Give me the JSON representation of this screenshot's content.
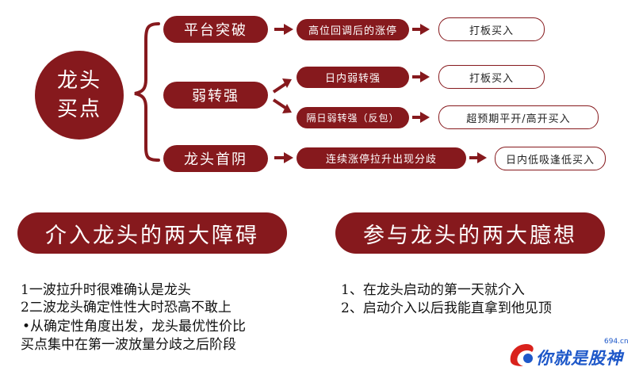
{
  "root": {
    "line1": "龙头",
    "line2": "买点"
  },
  "branches": [
    {
      "label": "平台突破",
      "conditions": [
        "高位回调后的涨停"
      ],
      "actions": [
        "打板买入"
      ]
    },
    {
      "label": "弱转强",
      "conditions": [
        "日内弱转强",
        "隔日弱转强（反包）"
      ],
      "actions": [
        "打板买入",
        "超预期平开/高开买入"
      ]
    },
    {
      "label": "龙头首阴",
      "conditions": [
        "连续涨停拉升出现分歧"
      ],
      "actions": [
        "日内低吸逢低买入"
      ]
    }
  ],
  "left_banner": "介入龙头的两大障碍",
  "right_banner": "参与龙头的两大臆想",
  "left_lines": [
    "1一波拉升时很难确认是龙头",
    "2二波龙头确定性性大时恐高不敢上",
    "•从确定性角度出发，龙头最优性价比",
    "买点集中在第一波放量分歧之后阶段"
  ],
  "right_lines": [
    "1、在龙头启动的第一天就介入",
    "2、启动介入以后我能直拿到他见顶"
  ],
  "watermark": {
    "text": "你就是股神",
    "domain": "694.cn"
  },
  "colors": {
    "accent": "#86191d",
    "watermark": "#1e58c9"
  }
}
